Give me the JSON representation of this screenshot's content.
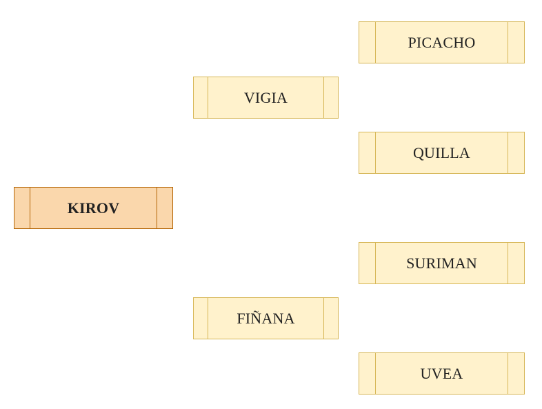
{
  "diagram": {
    "type": "tree",
    "colors": {
      "root_fill": "#fad7ac",
      "root_stroke": "#b46504",
      "node_fill": "#fff2cc",
      "node_stroke": "#d6b656"
    },
    "root": {
      "label": "KIROV",
      "children": [
        {
          "label": "VIGIA",
          "children": [
            {
              "label": "PICACHO"
            },
            {
              "label": "QUILLA"
            }
          ]
        },
        {
          "label": "FIÑANA",
          "children": [
            {
              "label": "SURIMAN"
            },
            {
              "label": "UVEA"
            }
          ]
        }
      ]
    }
  }
}
